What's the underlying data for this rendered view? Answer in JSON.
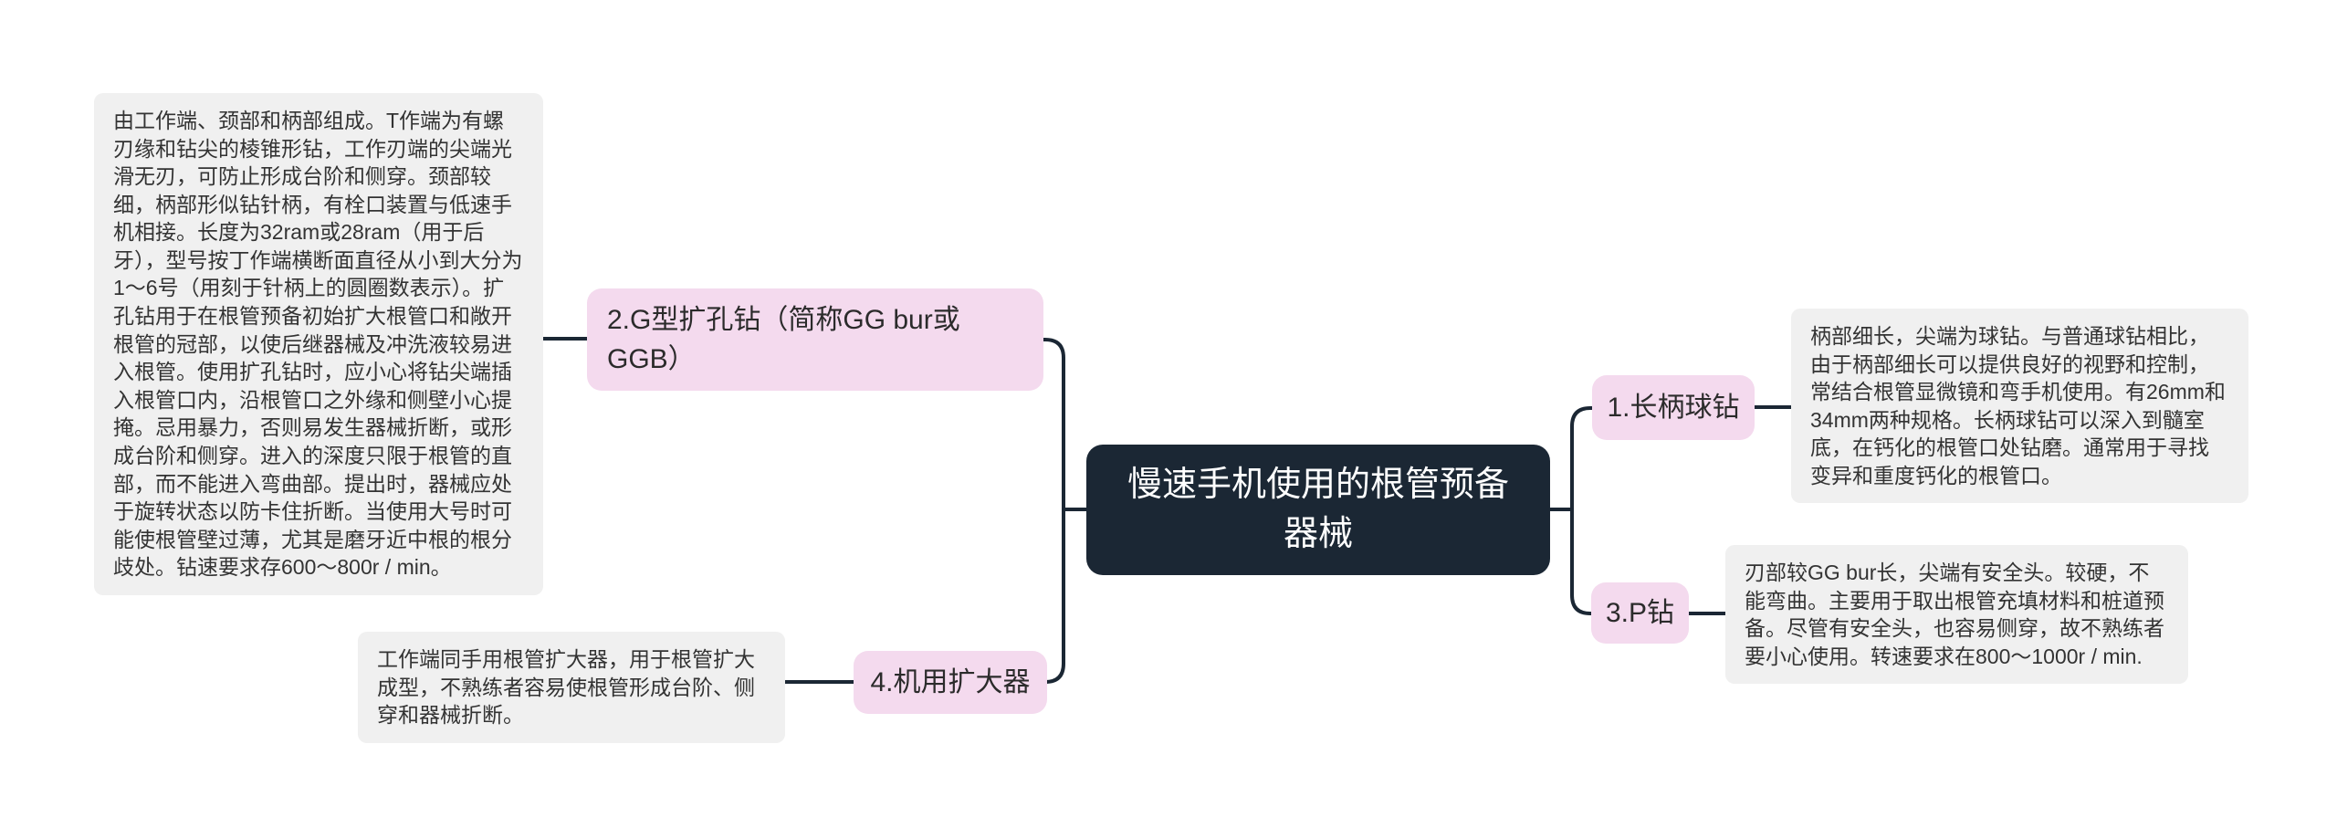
{
  "diagram": {
    "type": "mindmap",
    "root": {
      "label": "慢速手机使用的根管预备器械"
    },
    "branches": [
      {
        "label": "1.长柄球钻",
        "note": "柄部细长，尖端为球钻。与普通球钻相比，由于柄部细长可以提供良好的视野和控制，常结合根管显微镜和弯手机使用。有26mm和34mm两种规格。长柄球钻可以深入到髓室底，在钙化的根管口处钻磨。通常用于寻找变异和重度钙化的根管口。"
      },
      {
        "label": "2.G型扩孔钻（简称GG bur或GGB）",
        "note": "由工作端、颈部和柄部组成。T作端为有螺刃缘和钻尖的棱锥形钻，工作刃端的尖端光滑无刃，可防止形成台阶和侧穿。颈部较细，柄部形似钻针柄，有栓口装置与低速手机相接。长度为32ram或28ram（用于后牙），型号按丁作端横断面直径从小到大分为1～6号（用刻于针柄上的圆圈数表示）。扩孔钻用于在根管预备初始扩大根管口和敞开根管的冠部，以使后继器械及冲洗液较易进入根管。使用扩孔钻时，应小心将钻尖端插入根管口内，沿根管口之外缘和侧壁小心提掩。忌用暴力，否则易发生器械折断，或形成台阶和侧穿。进入的深度只限于根管的直部，而不能进入弯曲部。提出时，器械应处于旋转状态以防卡住折断。当使用大号时可能使根管壁过薄，尤其是磨牙近中根的根分歧处。钻速要求存600～800r / min。"
      },
      {
        "label": "3.P钻",
        "note": "刃部较GG bur长，尖端有安全头。较硬，不能弯曲。主要用于取出根管充填材料和桩道预备。尽管有安全头，也容易侧穿，故不熟练者要小心使用。转速要求在800～1000r / min."
      },
      {
        "label": "4.机用扩大器",
        "note": "工作端同手用根管扩大器，用于根管扩大成型，不熟练者容易使根管形成台阶、侧穿和器械折断。"
      }
    ],
    "colors": {
      "page_bg": "#ffffff",
      "root_bg": "#1b2734",
      "root_text": "#ffffff",
      "branch_node_bg": "#f4daee",
      "branch_node_text": "#2b2b2b",
      "note_bg": "#f0f0f0",
      "note_text": "#333333",
      "line": "#1b2734"
    }
  }
}
